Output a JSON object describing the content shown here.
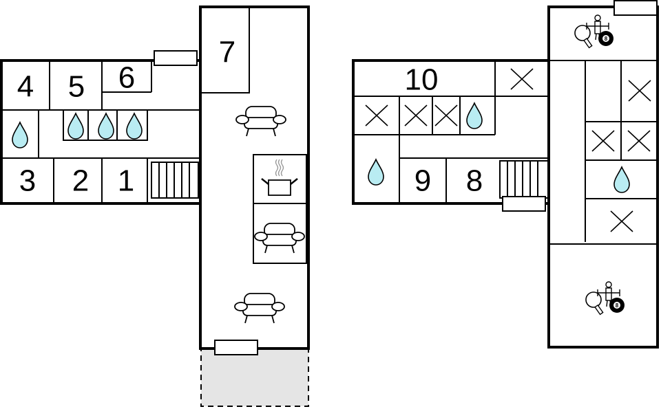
{
  "plan": {
    "rooms": [
      {
        "id": "room-1",
        "label": "1"
      },
      {
        "id": "room-2",
        "label": "2"
      },
      {
        "id": "room-3",
        "label": "3"
      },
      {
        "id": "room-4",
        "label": "4"
      },
      {
        "id": "room-5",
        "label": "5"
      },
      {
        "id": "room-6",
        "label": "6"
      },
      {
        "id": "room-7",
        "label": "7"
      },
      {
        "id": "room-8",
        "label": "8"
      },
      {
        "id": "room-9",
        "label": "9"
      },
      {
        "id": "room-10",
        "label": "10"
      }
    ],
    "icons": {
      "bathroom": "water-drop-icon",
      "storage": "cross-icon",
      "living": "sofa-icon",
      "kitchen": "cooking-pot-icon",
      "stairs": "stairs-icon",
      "games": "games-icon",
      "billiard_ball_label": "8"
    },
    "colors": {
      "walls": "#000000",
      "water": "#b9ecf2",
      "terrace": "#e5e5e5"
    }
  }
}
